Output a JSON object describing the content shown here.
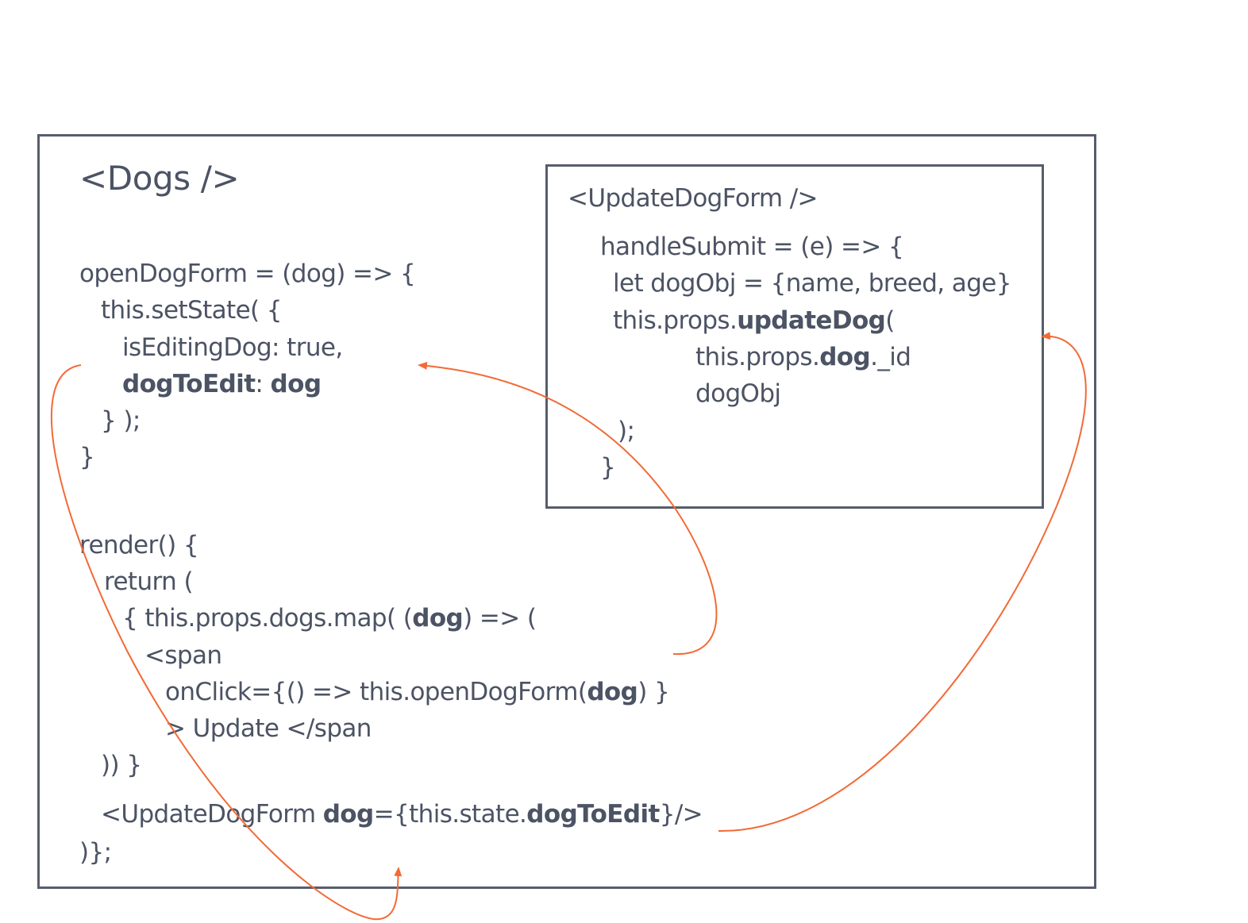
{
  "outer": {
    "title": "<Dogs />",
    "open_form": {
      "l1": "openDogForm = (dog) => {",
      "l2": "this.setState( {",
      "l3": "isEditingDog: true,",
      "l4_key": "dogToEdit",
      "l4_colon": ": ",
      "l4_val": "dog",
      "l5": "} );",
      "l6": "}"
    },
    "render": {
      "l1": "render() {",
      "l2": "return (",
      "l3_a": "{ this.props.dogs.map( (",
      "l3_b": "dog",
      "l3_c": ") => (",
      "l4": "<span",
      "l5_a": "onClick={() => this.openDogForm(",
      "l5_b": "dog",
      "l5_c": ") }",
      "l6": "> Update </span",
      "l7": ")) }",
      "l8_a": "<UpdateDogForm ",
      "l8_b": "dog",
      "l8_c": "={this.state.",
      "l8_d": "dogToEdit",
      "l8_e": "}/>",
      "l9": ")};"
    }
  },
  "inner": {
    "title": "<UpdateDogForm />",
    "l1": "handleSubmit = (e) => {",
    "l2": "let dogObj = {name, breed, age}",
    "l3_a": "this.props.",
    "l3_b": "updateDog",
    "l3_c": "(",
    "l4_a": "this.props.",
    "l4_b": "dog",
    "l4_c": "._id",
    "l5": "dogObj",
    "l6": ");",
    "l7": "}"
  },
  "colors": {
    "text": "#4b5364",
    "frame": "#565d6b",
    "arrow": "#f26a36"
  }
}
